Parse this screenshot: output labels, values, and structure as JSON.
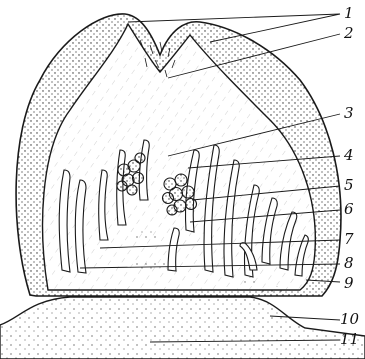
{
  "labels": [
    "1",
    "2",
    "3",
    "4",
    "5",
    "6",
    "7",
    "8",
    "9",
    "10",
    "11"
  ],
  "colors": {
    "ink": "#1a1a1a",
    "paper": "#ffffff",
    "stipple": "#2b2b2b"
  }
}
